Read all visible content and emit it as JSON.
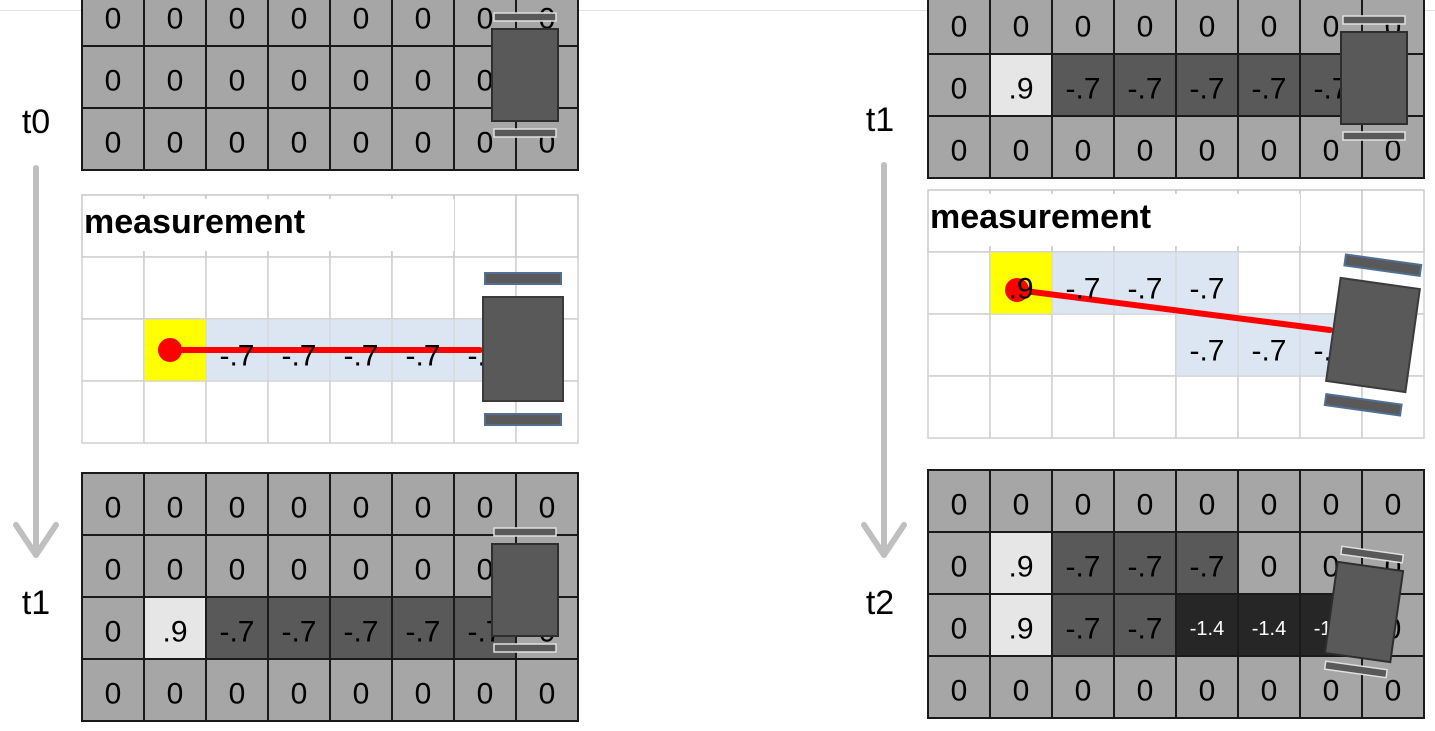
{
  "panels": [
    {
      "time_label_top": "t0",
      "time_label_bottom": "t1",
      "measurement_title": "measurement",
      "grid_before": [
        [
          "0",
          "0",
          "0",
          "0",
          "0",
          "0",
          "0",
          "0"
        ],
        [
          "0",
          "0",
          "0",
          "0",
          "0",
          "0",
          "0",
          "0"
        ],
        [
          "0",
          "0",
          "0",
          "0",
          "0",
          "0",
          "0",
          "0"
        ]
      ],
      "measurement_cells": [
        {
          "row": 2,
          "col": 1,
          "text": "",
          "kind": "hit"
        },
        {
          "row": 2,
          "col": 2,
          "text": "-.7",
          "kind": "free"
        },
        {
          "row": 2,
          "col": 3,
          "text": "-.7",
          "kind": "free"
        },
        {
          "row": 2,
          "col": 4,
          "text": "-.7",
          "kind": "free"
        },
        {
          "row": 2,
          "col": 5,
          "text": "-.7",
          "kind": "free"
        },
        {
          "row": 2,
          "col": 6,
          "text": "-.7",
          "kind": "free"
        }
      ],
      "grid_after": [
        [
          "0",
          "0",
          "0",
          "0",
          "0",
          "0",
          "0",
          "0"
        ],
        [
          "0",
          "0",
          "0",
          "0",
          "0",
          "0",
          "0",
          "0"
        ],
        [
          "0",
          ".9",
          "-.7",
          "-.7",
          "-.7",
          "-.7",
          "-.7",
          "0"
        ],
        [
          "0",
          "0",
          "0",
          "0",
          "0",
          "0",
          "0",
          "0"
        ]
      ]
    },
    {
      "time_label_top": "t1",
      "time_label_bottom": "t2",
      "measurement_title": "measurement",
      "grid_before": [
        [
          "0",
          "0",
          "0",
          "0",
          "0",
          "0",
          "0",
          "0"
        ],
        [
          "0",
          ".9",
          "-.7",
          "-.7",
          "-.7",
          "-.7",
          "-.7",
          "0"
        ],
        [
          "0",
          "0",
          "0",
          "0",
          "0",
          "0",
          "0",
          "0"
        ]
      ],
      "measurement_cells": [
        {
          "row": 1,
          "col": 1,
          "text": ".9",
          "kind": "hit"
        },
        {
          "row": 1,
          "col": 2,
          "text": "-.7",
          "kind": "free"
        },
        {
          "row": 1,
          "col": 3,
          "text": "-.7",
          "kind": "free"
        },
        {
          "row": 1,
          "col": 4,
          "text": "-.7",
          "kind": "free"
        },
        {
          "row": 2,
          "col": 4,
          "text": "-.7",
          "kind": "free"
        },
        {
          "row": 2,
          "col": 5,
          "text": "-.7",
          "kind": "free"
        },
        {
          "row": 2,
          "col": 6,
          "text": "-.7",
          "kind": "free"
        }
      ],
      "grid_after": [
        [
          "0",
          "0",
          "0",
          "0",
          "0",
          "0",
          "0",
          "0"
        ],
        [
          "0",
          ".9",
          "-.7",
          "-.7",
          "-.7",
          "0",
          "0",
          "0"
        ],
        [
          "0",
          ".9",
          "-.7",
          "-.7",
          "-1.4",
          "-1.4",
          "-1.4",
          "0"
        ],
        [
          "0",
          "0",
          "0",
          "0",
          "0",
          "0",
          "0",
          "0"
        ]
      ]
    }
  ],
  "colors": {
    "zero_cell": "#a6a6a6",
    "pos_cell": "#e6e6e6",
    "neg_cell": "#595959",
    "neg2_cell": "#262626",
    "hit_cell": "#ffff00",
    "free_cell": "#dce6f2",
    "ray": "#ff0000",
    "robot_body": "#595959",
    "robot_outline": "#4f6f94",
    "arrow": "#bfbfbf"
  }
}
